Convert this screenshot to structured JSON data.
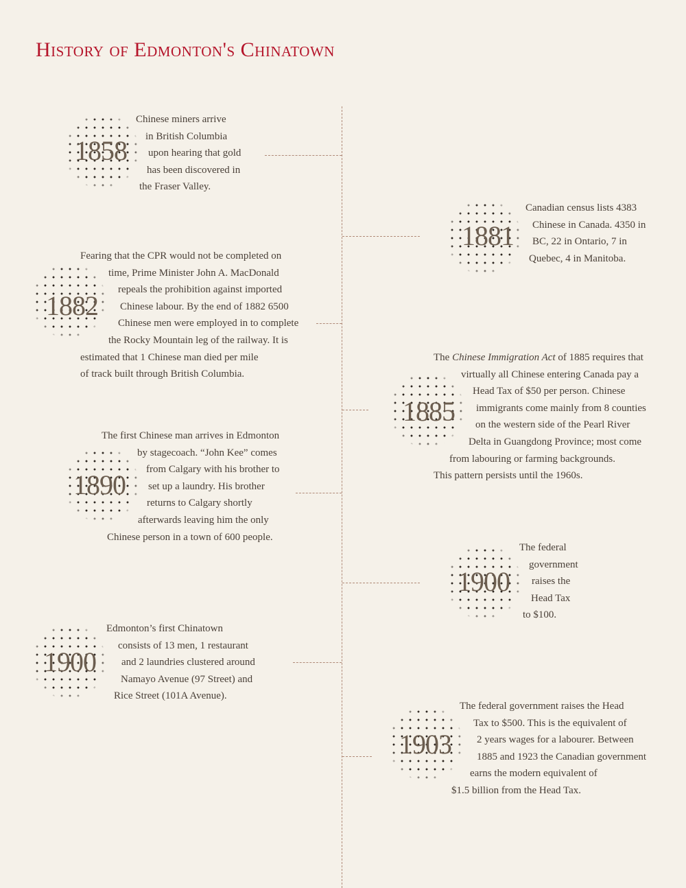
{
  "title": "History of Edmonton's Chinatown",
  "events": [
    {
      "year": "1858",
      "lines": [
        "Chinese miners arrive",
        "in British Columbia",
        "upon hearing that gold",
        "has been discovered in",
        "the Fraser Valley."
      ]
    },
    {
      "year": "1881",
      "lines": [
        "Canadian census lists 4383",
        "Chinese in Canada.  4350 in",
        "BC, 22 in Ontario, 7 in",
        "Quebec, 4 in Manitoba."
      ]
    },
    {
      "year": "1882",
      "lines": [
        "Fearing that the CPR would not be completed on",
        "time, Prime Minister John A. MacDonald",
        "repeals the prohibition against imported",
        "Chinese labour.  By the end of 1882 6500",
        "Chinese men were employed in to complete",
        "the Rocky Mountain leg of the railway.  It is",
        "estimated that 1 Chinese man died per mile",
        "of track built through British Columbia."
      ]
    },
    {
      "year": "1885",
      "lines": [
        {
          "pre": "The ",
          "em": "Chinese Immigration Act",
          "post": " of 1885 requires that"
        },
        "virtually all Chinese entering Canada pay a",
        "Head Tax of $50 per person. Chinese",
        "immigrants come mainly from 8 counties",
        "on the western side of the Pearl River",
        "Delta in Guangdong Province; most come",
        "from labouring or farming backgrounds.",
        "This pattern persists until the 1960s."
      ]
    },
    {
      "year": "1890",
      "lines": [
        "The first Chinese man arrives in Edmonton",
        "by stagecoach.  “John Kee” comes",
        "from Calgary with his brother to",
        "set up a laundry.  His brother",
        "returns to Calgary shortly",
        "afterwards leaving him the only",
        "Chinese person in a town of 600 people."
      ]
    },
    {
      "year": "1900",
      "lines": [
        "The federal",
        "government",
        "raises the",
        "Head Tax",
        "to $100."
      ]
    },
    {
      "year": "1900",
      "lines": [
        "Edmonton’s first Chinatown",
        "consists of 13 men, 1 restaurant",
        "and 2 laundries clustered around",
        "Namayo Avenue (97 Street) and",
        "Rice Street (101A Avenue)."
      ]
    },
    {
      "year": "1903",
      "lines": [
        "The federal government raises the Head",
        "Tax to $500. This is the equivalent of",
        "2 years wages for a labourer. Between",
        "1885 and 1923 the Canadian government",
        "earns the modern equivalent of",
        "$1.5 billion from the Head Tax."
      ]
    }
  ]
}
